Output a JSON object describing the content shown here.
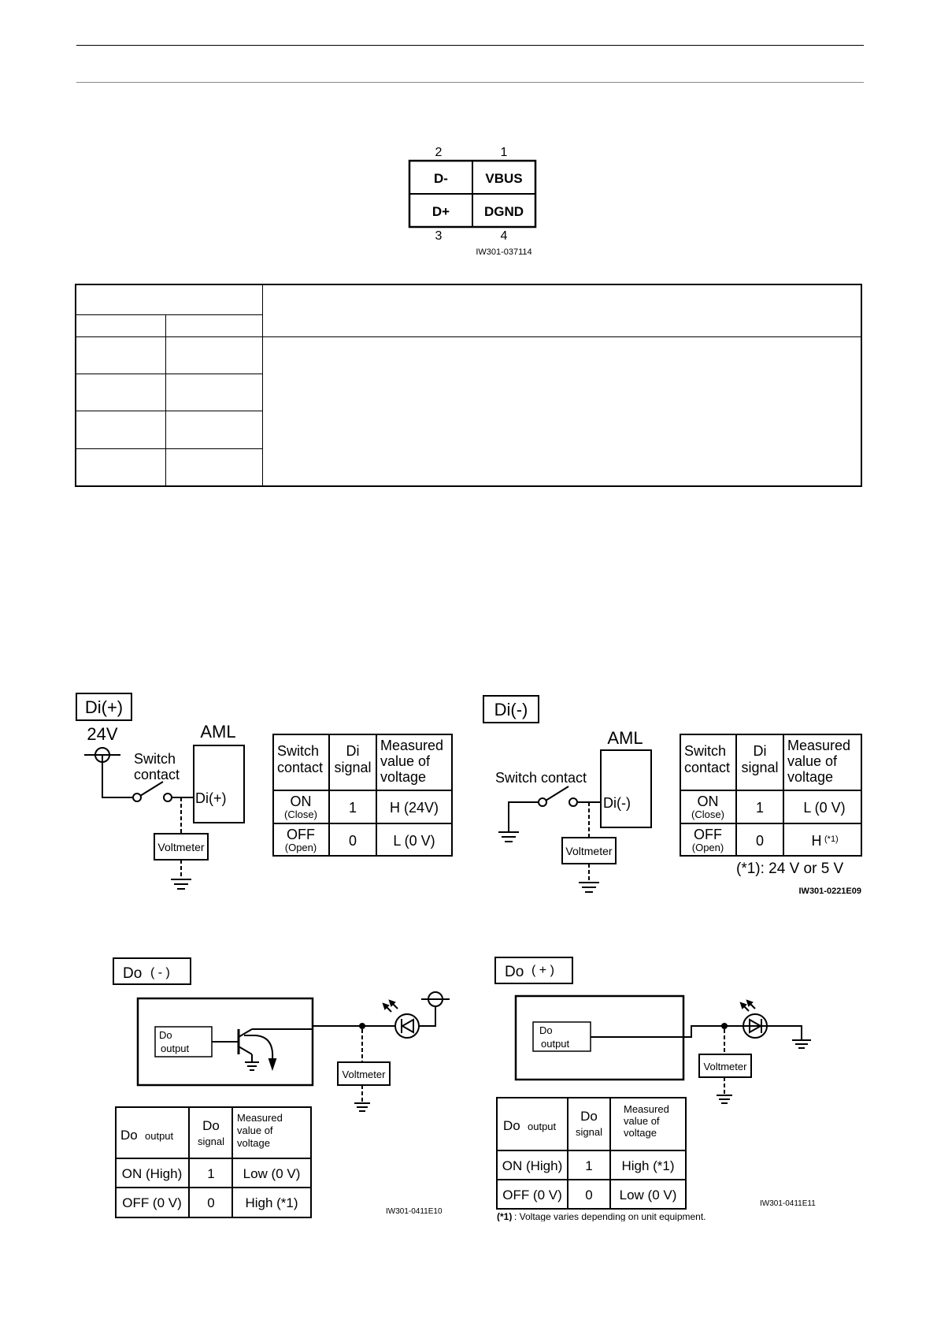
{
  "connector": {
    "pin_top_left": "2",
    "pin_top_right": "1",
    "pin_bottom_left": "3",
    "pin_bottom_right": "4",
    "cell_d_minus": "D-",
    "cell_vbus": "VBUS",
    "cell_d_plus": "D+",
    "cell_dgnd": "DGND",
    "figure_id": "IW301-037114"
  },
  "di_plus": {
    "title": "Di(+)",
    "source_label": "24V",
    "aml_label": "AML",
    "switch_label_1": "Switch",
    "switch_label_2": "contact",
    "terminal_label": "Di(+)",
    "voltmeter_label": "Voltmeter",
    "table": {
      "h1a": "Switch",
      "h1b": "contact",
      "h2a": "Di",
      "h2b": "signal",
      "h3a": "Measured",
      "h3b": "value of",
      "h3c": "voltage",
      "r1_state": "ON",
      "r1_sub": "(Close)",
      "r1_signal": "1",
      "r1_voltage": "H (24V)",
      "r2_state": "OFF",
      "r2_sub": "(Open)",
      "r2_signal": "0",
      "r2_voltage": "L (0 V)"
    }
  },
  "di_minus": {
    "title": "Di(-)",
    "aml_label": "AML",
    "switch_label": "Switch contact",
    "terminal_label": "Di(-)",
    "voltmeter_label": "Voltmeter",
    "table": {
      "h1a": "Switch",
      "h1b": "contact",
      "h2a": "Di",
      "h2b": "signal",
      "h3a": "Measured",
      "h3b": "value of",
      "h3c": "voltage",
      "r1_state": "ON",
      "r1_sub": "(Close)",
      "r1_signal": "1",
      "r1_voltage": "L (0 V)",
      "r2_state": "OFF",
      "r2_sub": "(Open)",
      "r2_signal": "0",
      "r2_voltage": "H",
      "r2_voltage_note": "(*1)"
    },
    "footnote": "(*1): 24 V or 5 V",
    "figure_id": "IW301-0221E09"
  },
  "do_minus": {
    "title_a": "Do",
    "title_b": "( - )",
    "box_label_1": "Do",
    "box_label_2": "output",
    "voltmeter_label": "Voltmeter",
    "table": {
      "h1a": "Do",
      "h1b": "output",
      "h2a": "Do",
      "h2b": "signal",
      "h3a": "Measured",
      "h3b": "value of",
      "h3c": "voltage",
      "r1_output": "ON (High)",
      "r1_signal": "1",
      "r1_voltage": "Low (0 V)",
      "r2_output": "OFF (0 V)",
      "r2_signal": "0",
      "r2_voltage": "High (*1)"
    },
    "figure_id": "IW301-0411E10"
  },
  "do_plus": {
    "title_a": "Do",
    "title_b": "( + )",
    "box_label_1": "Do",
    "box_label_2": "output",
    "voltmeter_label": "Voltmeter",
    "table": {
      "h1a": "Do",
      "h1b": "output",
      "h2a": "Do",
      "h2b": "signal",
      "h3a": "Measured",
      "h3b": "value of",
      "h3c": "voltage",
      "r1_output": "ON (High)",
      "r1_signal": "1",
      "r1_voltage": "High (*1)",
      "r2_output": "OFF (0 V)",
      "r2_signal": "0",
      "r2_voltage": "Low (0 V)"
    },
    "footnote_a": "(*1)",
    "footnote_b": ": Voltage varies depending on unit equipment.",
    "figure_id": "IW301-0411E11"
  }
}
